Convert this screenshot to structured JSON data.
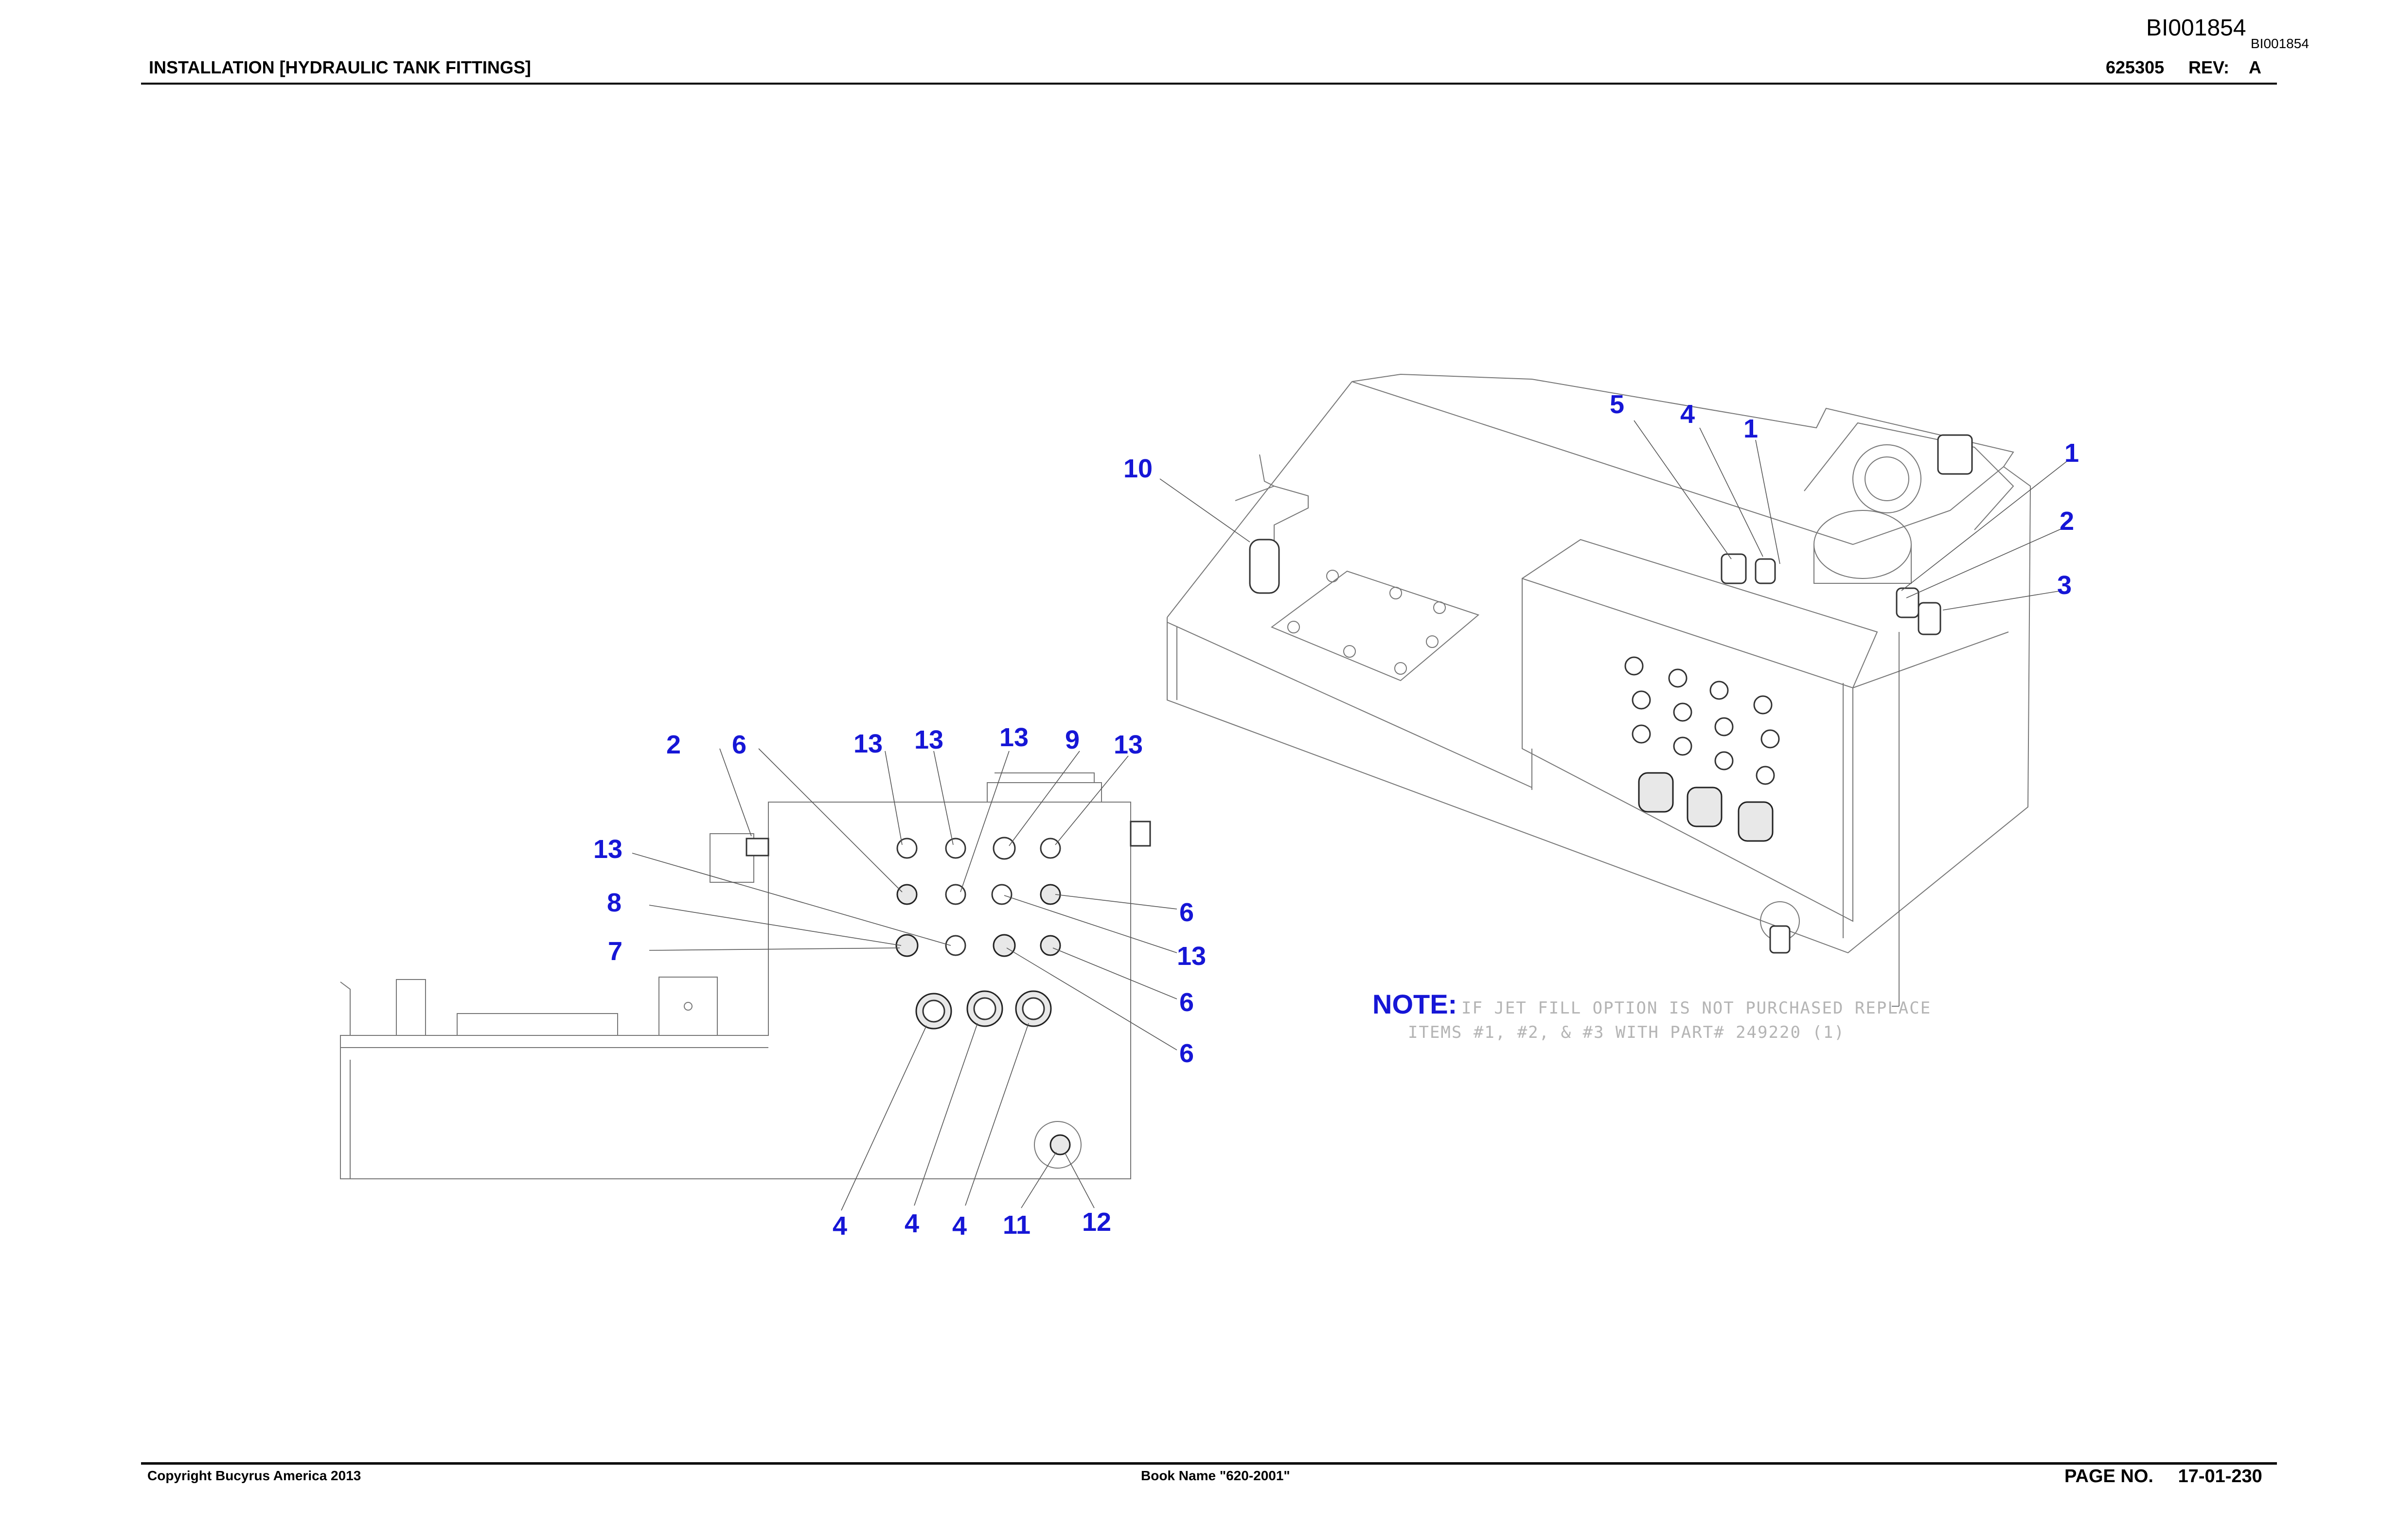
{
  "header": {
    "title": "INSTALLATION [HYDRAULIC TANK FITTINGS]",
    "part_number": "625305",
    "rev_label": "REV:",
    "rev_value": "A",
    "drawing_code_large": "BI001854",
    "drawing_code_small": "BI001854"
  },
  "footer": {
    "copyright": "Copyright Bucyrus America 2013",
    "book_name": "Book Name \"620-2001\"",
    "page_label": "PAGE NO.",
    "page_number": "17-01-230"
  },
  "note": {
    "label": "NOTE:",
    "line1": "IF JET FILL OPTION IS NOT PURCHASED REPLACE",
    "line2": "ITEMS #1, #2, & #3 WITH PART# 249220 (1)"
  },
  "callouts": {
    "iso_10": "10",
    "iso_5": "5",
    "iso_4": "4",
    "iso_1a": "1",
    "iso_1b": "1",
    "iso_2": "2",
    "iso_3": "3",
    "side_2": "2",
    "side_6a": "6",
    "side_13a": "13",
    "side_13b": "13",
    "side_13c": "13",
    "side_9": "9",
    "side_13d": "13",
    "side_13e": "13",
    "side_8": "8",
    "side_7": "7",
    "side_6b": "6",
    "side_13f": "13",
    "side_6c": "6",
    "side_6d": "6",
    "side_4a": "4",
    "side_4b": "4",
    "side_4c": "4",
    "side_11": "11",
    "side_12": "12"
  },
  "colors": {
    "callout": "#1616d6",
    "note_text": "#b4b4b4",
    "linework": "#777777"
  }
}
